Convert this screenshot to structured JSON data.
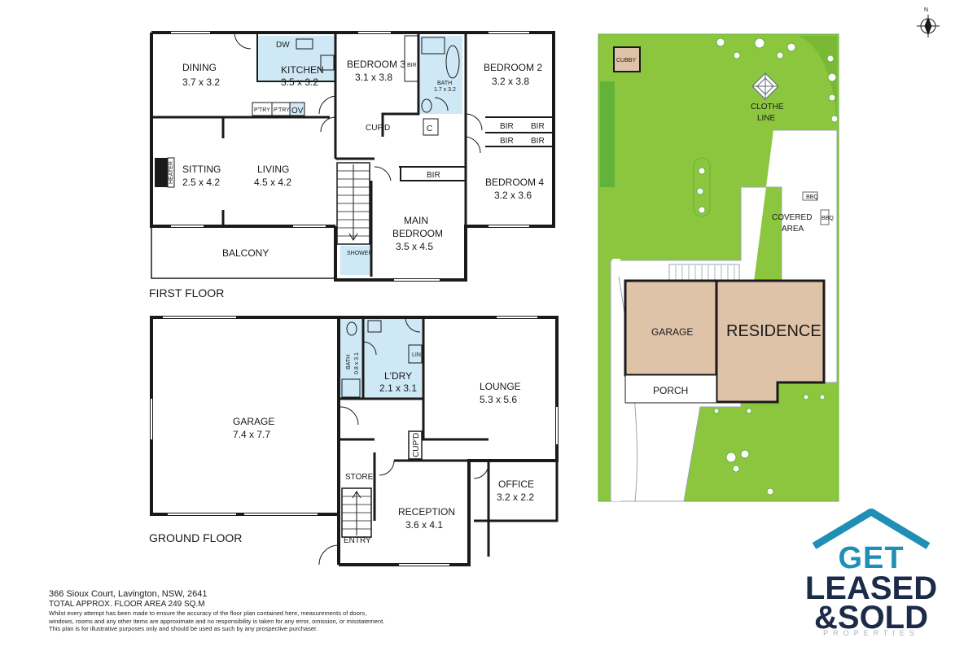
{
  "compass": {
    "label": "N"
  },
  "first_floor": {
    "title": "FIRST FLOOR",
    "rooms": {
      "dining": {
        "name": "DINING",
        "size": "3.7 x 3.2"
      },
      "kitchen": {
        "name": "KITCHEN",
        "size": "3.5 x 3.2"
      },
      "bedroom3": {
        "name": "BEDROOM 3",
        "size": "3.1 x 3.8"
      },
      "bath": {
        "name": "BATH",
        "size": "1.7 x 3.2"
      },
      "bedroom2": {
        "name": "BEDROOM 2",
        "size": "3.2 x 3.8"
      },
      "sitting": {
        "name": "SITTING",
        "size": "2.5 x 4.2"
      },
      "living": {
        "name": "LIVING",
        "size": "4.5 x 4.2"
      },
      "bedroom4": {
        "name": "BEDROOM 4",
        "size": "3.2 x 3.6"
      },
      "main_bedroom": {
        "name1": "MAIN",
        "name2": "BEDROOM",
        "size": "3.5 x 4.5"
      },
      "balcony": {
        "name": "BALCONY"
      }
    },
    "fixtures": {
      "dw": "DW",
      "pantry1": "P'TRY",
      "pantry2": "P'TRY",
      "ov": "OV",
      "cupd": "CUP'D",
      "c": "C",
      "bir_small": "BIR",
      "bir1": "BIR",
      "bir2": "BIR",
      "bir3": "BIR",
      "bir4": "BIR",
      "bir_main": "BIR",
      "shower": "SHOWER",
      "heater": "HEATER"
    }
  },
  "ground_floor": {
    "title": "GROUND FLOOR",
    "rooms": {
      "garage": {
        "name": "GARAGE",
        "size": "7.4 x 7.7"
      },
      "bath": {
        "name": "BATH",
        "size": "0.8 x 3.1"
      },
      "laundry": {
        "name": "L'DRY",
        "size": "2.1 x 3.1"
      },
      "lounge": {
        "name": "LOUNGE",
        "size": "5.3 x 5.6"
      },
      "office": {
        "name": "OFFICE",
        "size": "3.2 x 2.2"
      },
      "reception": {
        "name": "RECEPTION",
        "size": "3.6 x 4.1"
      },
      "store": {
        "name": "STORE"
      },
      "entry": {
        "name": "ENTRY"
      }
    },
    "fixtures": {
      "lin": "LIN",
      "cupd": "CUP'D"
    }
  },
  "site_plan": {
    "cubby": "CUBBY",
    "clothe_line": {
      "line1": "CLOTHE",
      "line2": "LINE"
    },
    "covered_area": {
      "line1": "COVERED",
      "line2": "AREA"
    },
    "bbq1": "BBQ",
    "bbq2": "BBQ",
    "garage": "GARAGE",
    "residence": "RESIDENCE",
    "porch": "PORCH",
    "colors": {
      "lawn": "#8cc63f",
      "lawn_dark": "#63b33b",
      "building": "#dfc3a8",
      "paving": "#ffffff"
    }
  },
  "footer": {
    "address": "366 Sioux Court, Lavington, NSW, 2641",
    "area": "TOTAL APPROX. FLOOR AREA 249 SQ.M",
    "disclaimer1": "Whilst every attempt has been made to ensure the accuracy of the floor plan contained here, measurements of doors,",
    "disclaimer2": "windows, rooms and any other items are approximate and no responsibility is taken for any error, omission, or misstatement.",
    "disclaimer3": "This plan is for illustrative purposes only and should be used as such by any prospective purchaser."
  },
  "logo": {
    "line1": "GET",
    "line2": "LEASED",
    "line3": "&SOLD",
    "line4": "PROPERTIES",
    "colors": {
      "roof": "#1f8fb6",
      "text": "#1c2b48",
      "sub": "#a9b3bd"
    }
  },
  "colors": {
    "wet_area": "#cfe8f6",
    "kitchen": "#cfe8f6",
    "wall": "#1a1a1a"
  }
}
